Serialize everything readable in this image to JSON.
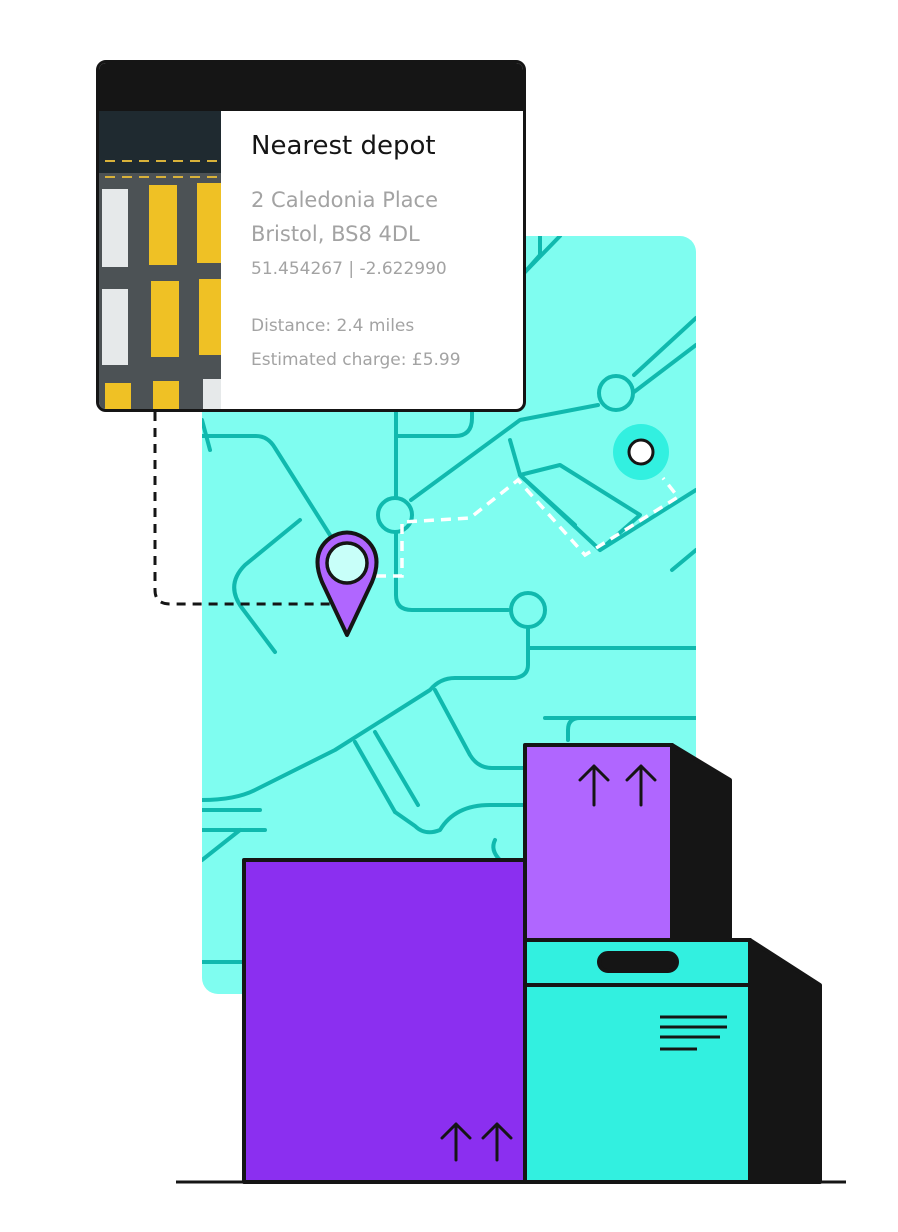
{
  "depot_card": {
    "title": "Nearest depot",
    "address_line1": "2 Caledonia Place",
    "address_line2": "Bristol, BS8 4DL",
    "coordinates": "51.454267 | -2.622990",
    "distance": "Distance: 2.4 miles",
    "charge": "Estimated charge: £5.99"
  },
  "icons": {
    "location_pin": "map-pin-icon",
    "destination_marker": "destination-dot-icon",
    "up_arrows": "this-way-up-icon"
  },
  "colors": {
    "map_background": "#7ffdf0",
    "map_roads": "#10b9ae",
    "pin_purple": "#b066ff",
    "box_purple_large": "#8b2ff0",
    "box_purple_small": "#b066ff",
    "box_cyan": "#32f0e0",
    "outline_black": "#151515"
  }
}
